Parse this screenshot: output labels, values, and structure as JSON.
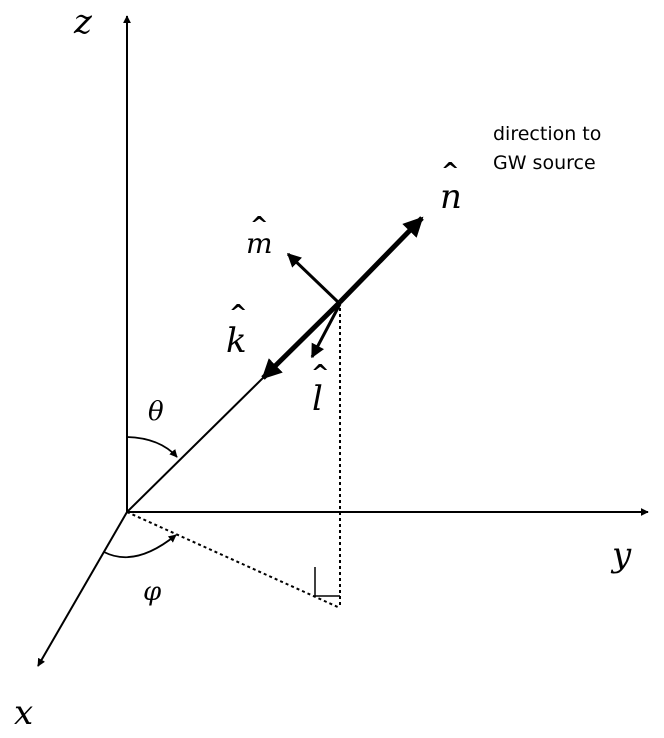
{
  "axes": {
    "z": "z",
    "y": "y",
    "x": "x"
  },
  "angles": {
    "theta": "θ",
    "phi": "φ"
  },
  "vectors": {
    "n": "n",
    "m": "m",
    "k": "k",
    "l": "l",
    "hat": "^"
  },
  "annotation": {
    "line1": "direction to",
    "line2": "GW source"
  }
}
